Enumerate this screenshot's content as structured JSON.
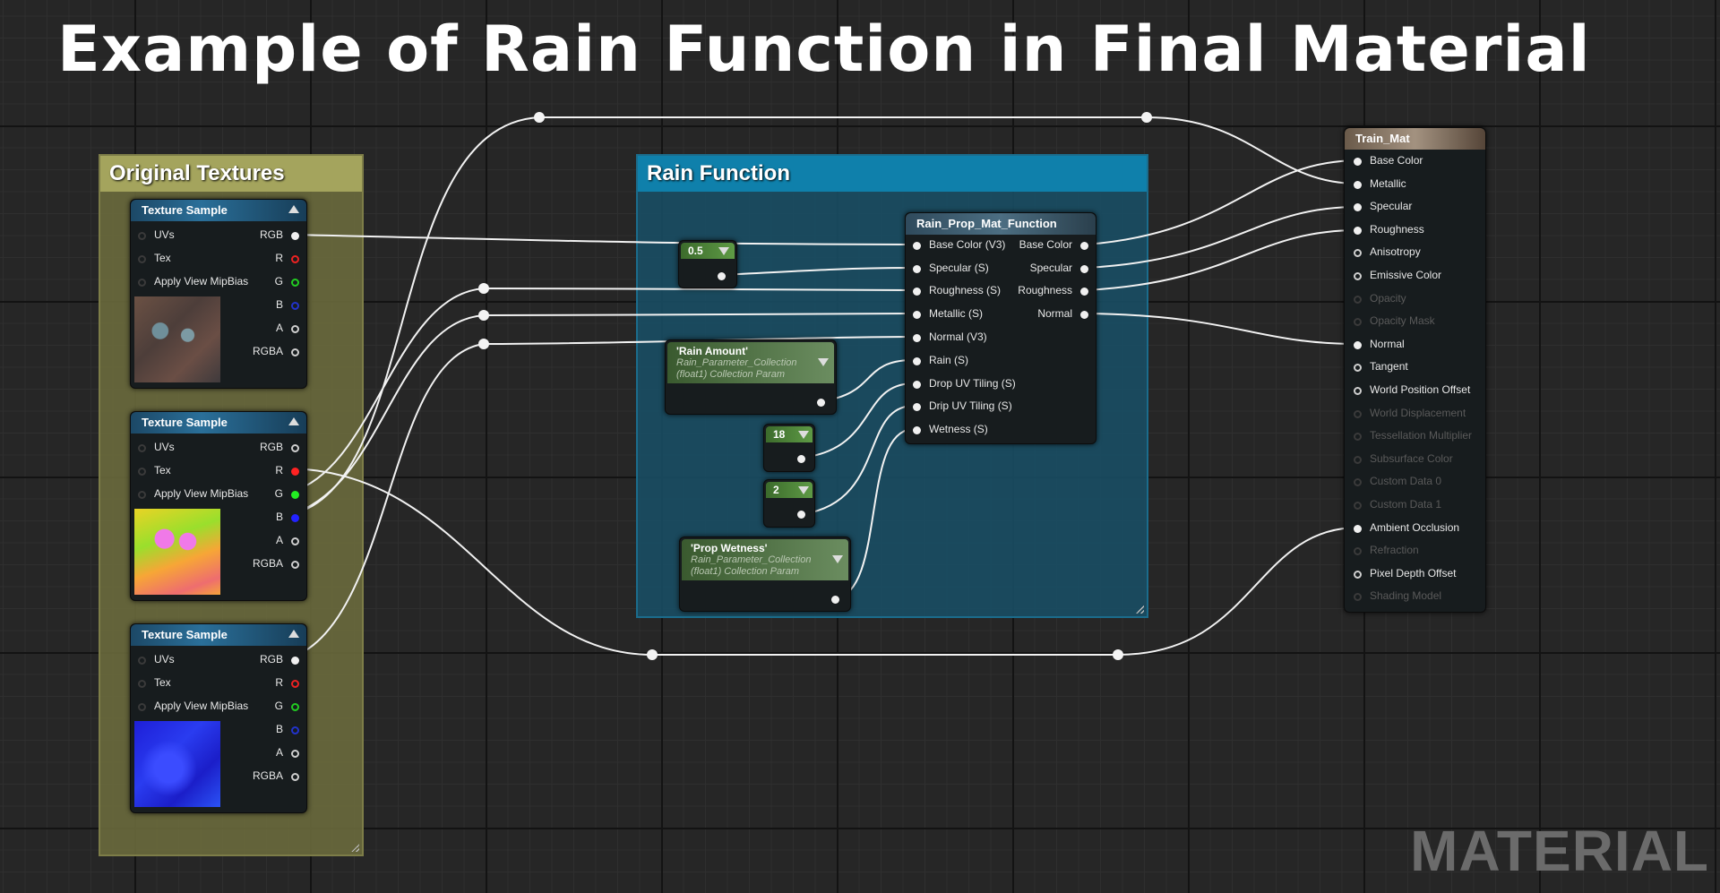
{
  "title": "Example of Rain Function in Final Material",
  "watermark": "MATERIAL",
  "comments": {
    "original": "Original Textures",
    "rain": "Rain Function"
  },
  "texture_nodes": [
    {
      "title": "Texture Sample",
      "left_pins": [
        "UVs",
        "Tex",
        "Apply View MipBias"
      ],
      "right_pins": [
        "RGB",
        "R",
        "G",
        "B",
        "A",
        "RGBA"
      ],
      "thumb": "base-color-texture"
    },
    {
      "title": "Texture Sample",
      "left_pins": [
        "UVs",
        "Tex",
        "Apply View MipBias"
      ],
      "right_pins": [
        "RGB",
        "R",
        "G",
        "B",
        "A",
        "RGBA"
      ],
      "thumb": "mask-texture"
    },
    {
      "title": "Texture Sample",
      "left_pins": [
        "UVs",
        "Tex",
        "Apply View MipBias"
      ],
      "right_pins": [
        "RGB",
        "R",
        "G",
        "B",
        "A",
        "RGBA"
      ],
      "thumb": "normal-map-texture"
    }
  ],
  "function_node": {
    "title": "Rain_Prop_Mat_Function",
    "inputs": [
      "Base Color (V3)",
      "Specular (S)",
      "Roughness (S)",
      "Metallic (S)",
      "Normal (V3)",
      "Rain (S)",
      "Drop UV Tiling (S)",
      "Drip UV Tiling (S)",
      "Wetness (S)"
    ],
    "outputs": [
      "Base Color",
      "Specular",
      "Roughness",
      "Normal"
    ]
  },
  "constants": [
    {
      "value": "0.5"
    },
    {
      "value": "18"
    },
    {
      "value": "2"
    }
  ],
  "collection_params": [
    {
      "name": "'Rain Amount'",
      "line1": "Rain_Parameter_Collection",
      "line2": "(float1) Collection Param"
    },
    {
      "name": "'Prop Wetness'",
      "line1": "Rain_Parameter_Collection",
      "line2": "(float1) Collection Param"
    }
  ],
  "material_node": {
    "title": "Train_Mat",
    "inputs": [
      {
        "label": "Base Color",
        "enabled": true
      },
      {
        "label": "Metallic",
        "enabled": true
      },
      {
        "label": "Specular",
        "enabled": true
      },
      {
        "label": "Roughness",
        "enabled": true
      },
      {
        "label": "Anisotropy",
        "enabled": true
      },
      {
        "label": "Emissive Color",
        "enabled": true
      },
      {
        "label": "Opacity",
        "enabled": false
      },
      {
        "label": "Opacity Mask",
        "enabled": false
      },
      {
        "label": "Normal",
        "enabled": true
      },
      {
        "label": "Tangent",
        "enabled": true
      },
      {
        "label": "World Position Offset",
        "enabled": true
      },
      {
        "label": "World Displacement",
        "enabled": false
      },
      {
        "label": "Tessellation Multiplier",
        "enabled": false
      },
      {
        "label": "Subsurface Color",
        "enabled": false
      },
      {
        "label": "Custom Data 0",
        "enabled": false
      },
      {
        "label": "Custom Data 1",
        "enabled": false
      },
      {
        "label": "Ambient Occlusion",
        "enabled": true
      },
      {
        "label": "Refraction",
        "enabled": false
      },
      {
        "label": "Pixel Depth Offset",
        "enabled": true
      },
      {
        "label": "Shading Model",
        "enabled": false
      }
    ]
  },
  "colors": {
    "wire": "#f2f2f2",
    "original_comment": "#a4a45d",
    "rain_comment": "#0f80ab"
  }
}
